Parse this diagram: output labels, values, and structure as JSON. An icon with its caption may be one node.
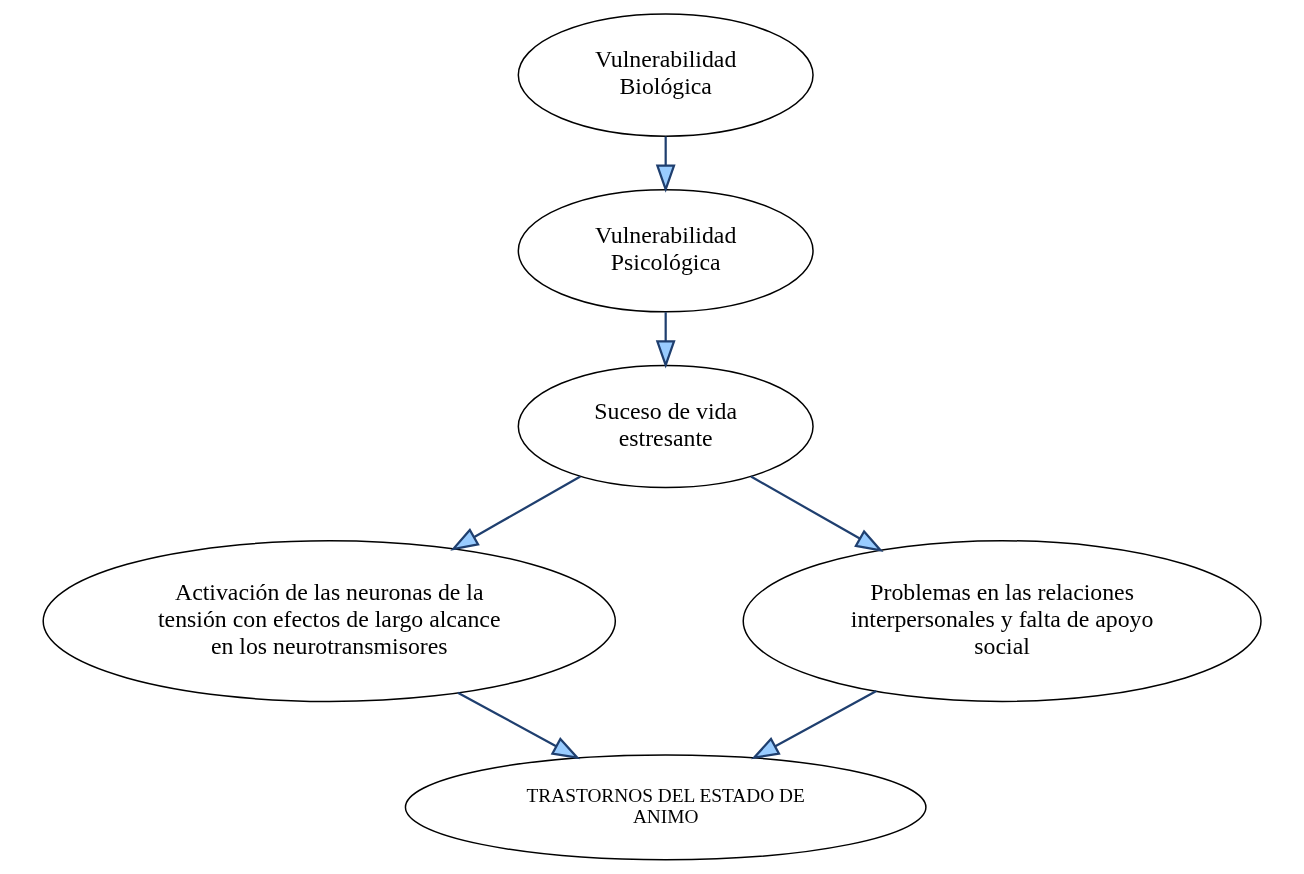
{
  "diagram": {
    "nodes": [
      {
        "text": [
          "Vulnerabilidad Biológica"
        ]
      },
      {
        "text": [
          "Vulnerabilidad Psicológica"
        ]
      },
      {
        "text": [
          "Suceso de vida estresante"
        ]
      },
      {
        "text": [
          "Activación de las neuronas de la tensión con efectos de largo alcance en los neurotransmisores"
        ]
      },
      {
        "text": [
          "Problemas en las relaciones interpersonales y falta de apoyo social"
        ]
      },
      {
        "text": [
          "TRASTORNOS DEL ESTADO DE ANIMO"
        ]
      }
    ],
    "edges": [
      {
        "from": 0,
        "to": 1,
        "arrow": "to"
      },
      {
        "from": 1,
        "to": 2,
        "arrow": "to"
      },
      {
        "from": 2,
        "to": 3,
        "arrow": "to"
      },
      {
        "from": 2,
        "to": 4,
        "arrow": "to"
      },
      {
        "from": 3,
        "to": 5,
        "arrow": "to"
      },
      {
        "from": 4,
        "to": 5,
        "arrow": "to"
      }
    ]
  }
}
